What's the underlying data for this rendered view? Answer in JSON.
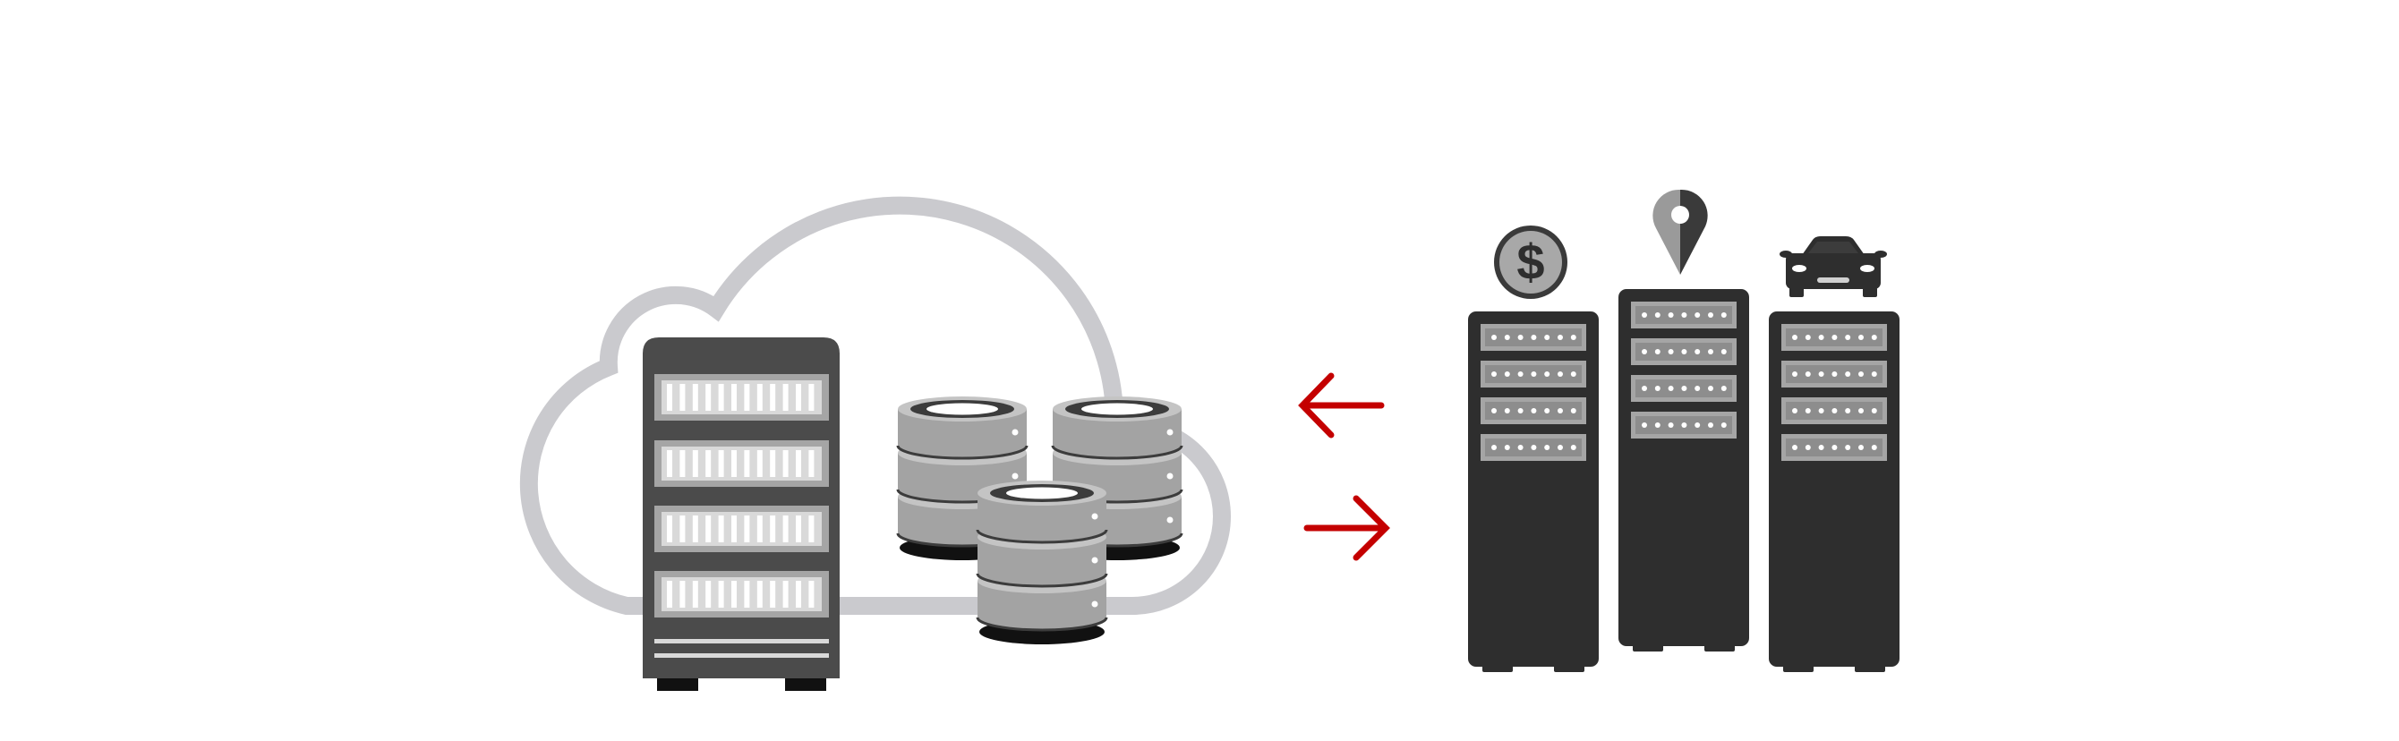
{
  "diagram": {
    "colors": {
      "background": "#ffffff",
      "cloud_outline": "#cacace",
      "server_body": "#4b4b4b",
      "server_dark": "#2e2e2e",
      "drive_gray": "#a5a5a5",
      "drive_light": "#d9d9d9",
      "disk_gray": "#a3a3a3",
      "disk_dark": "#3c3c3c",
      "arrow_red": "#c40000"
    },
    "cloud_server": {
      "drive_bays": 4,
      "slots_per_bay": 12
    },
    "database_stacks": [
      {
        "name": "left",
        "disks": 3
      },
      {
        "name": "right",
        "disks": 3
      },
      {
        "name": "front",
        "disks": 3
      }
    ],
    "arrows": [
      {
        "name": "arrow-left",
        "direction": "left"
      },
      {
        "name": "arrow-right",
        "direction": "right"
      }
    ],
    "tower_servers": [
      {
        "name": "finance",
        "icon": "dollar-coin-icon",
        "drive_bays": 4
      },
      {
        "name": "location",
        "icon": "map-pin-icon",
        "drive_bays": 4
      },
      {
        "name": "automotive",
        "icon": "car-icon",
        "drive_bays": 4
      }
    ],
    "labels": {
      "dollar_symbol": "$"
    }
  }
}
